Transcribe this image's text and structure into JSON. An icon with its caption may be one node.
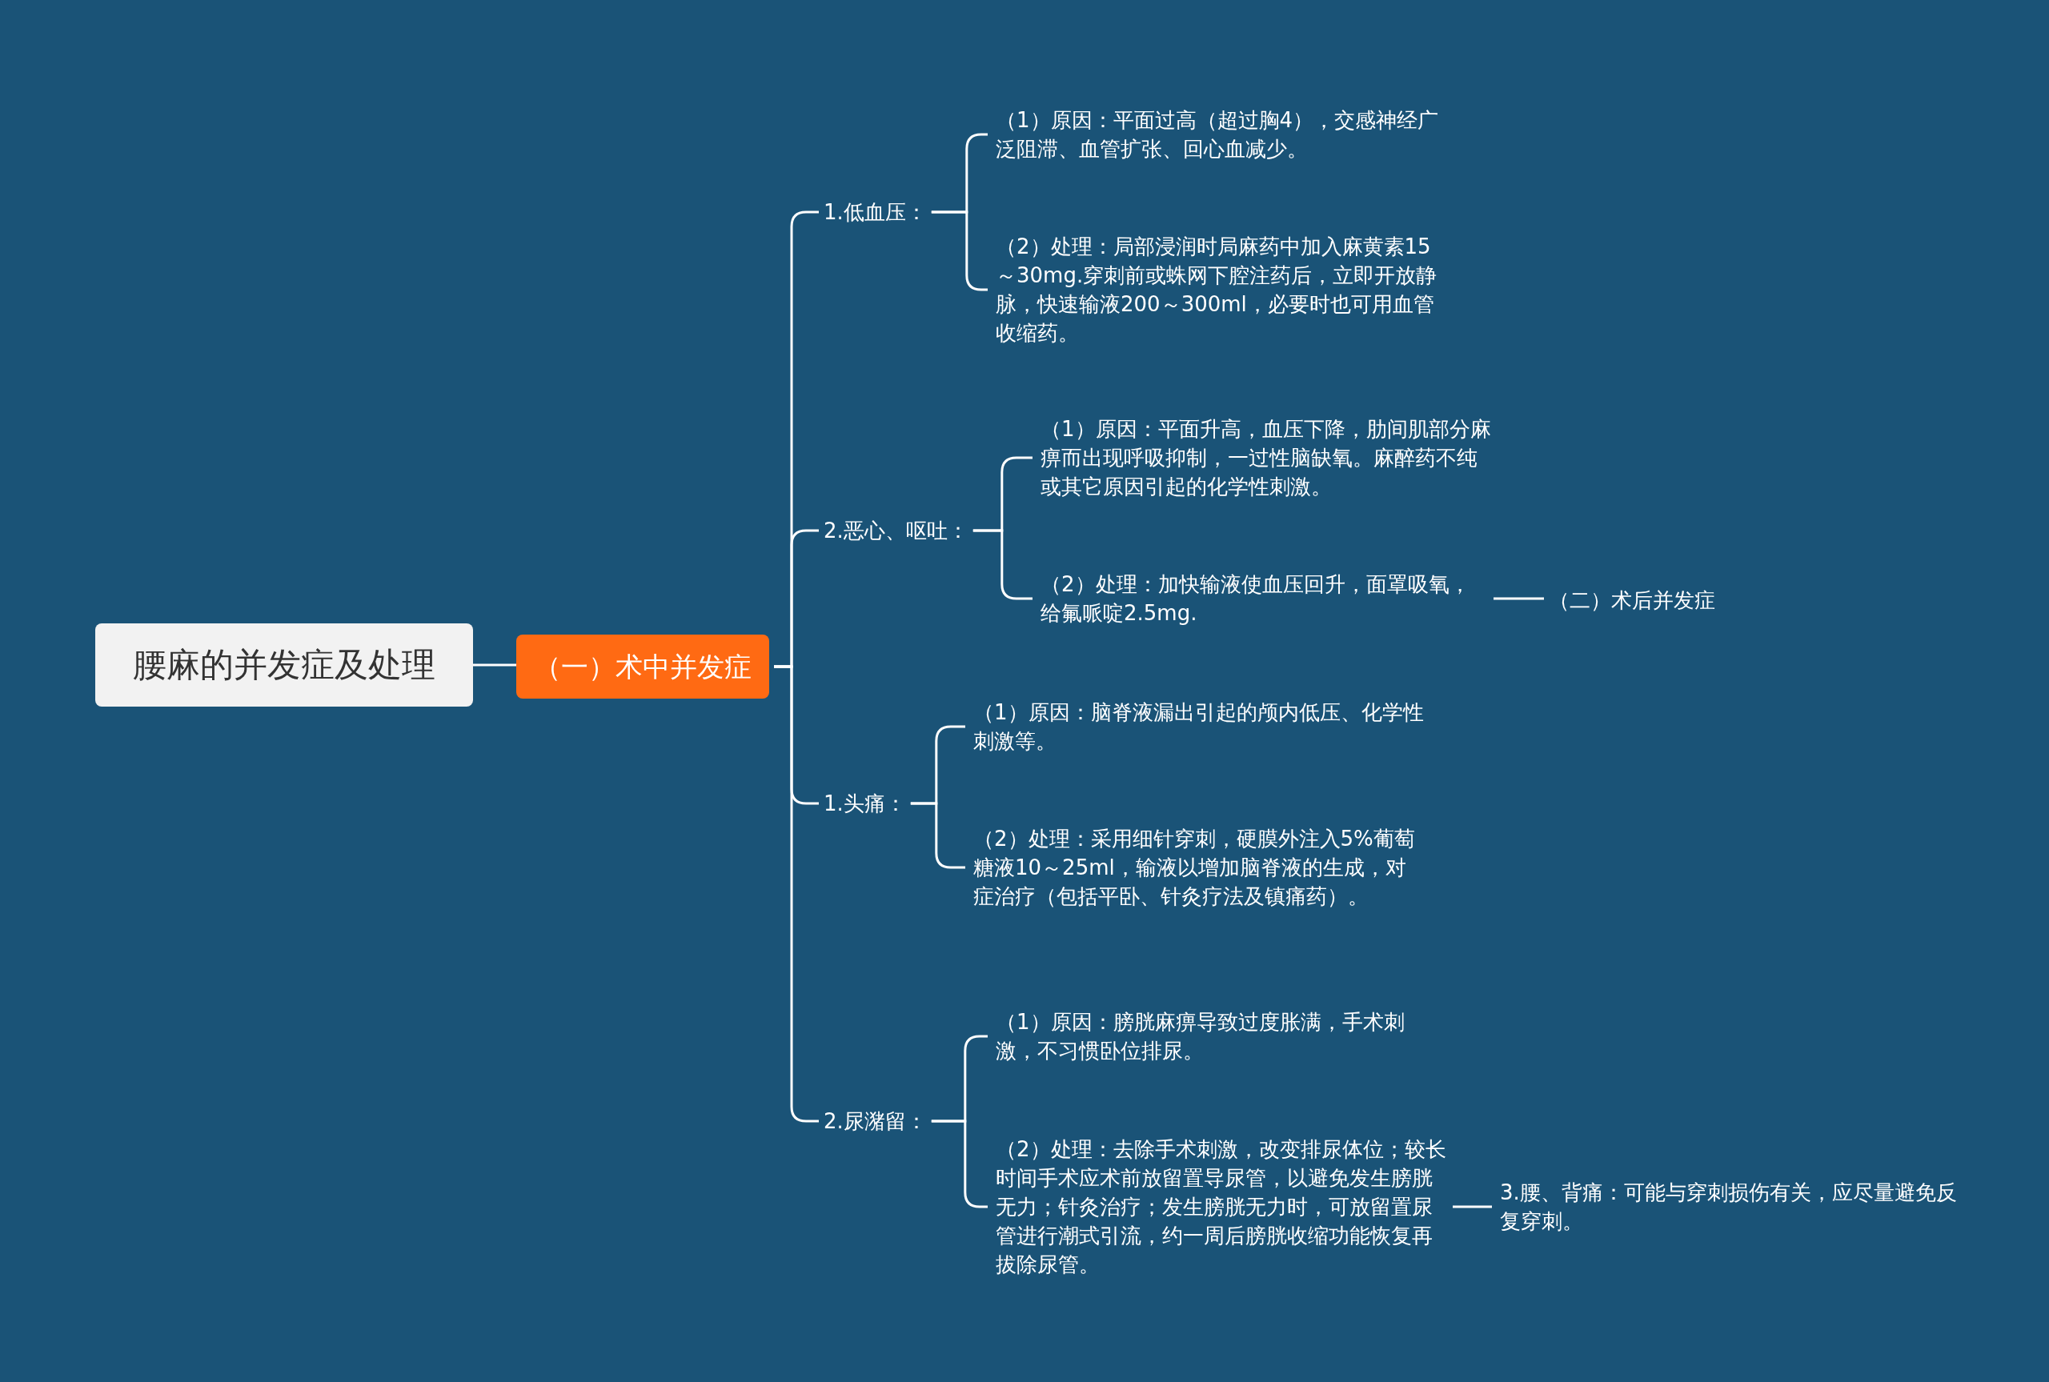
{
  "diagram": {
    "nodes": [
      {
        "text": [
          "腰麻的并发症及处理"
        ]
      },
      {
        "text": [
          "（一）术中并发症"
        ]
      },
      {
        "text": [
          "1.低血压："
        ]
      },
      {
        "text": [
          "（1）原因：平面过高（超过胸4），交感神经广泛阻滞、血管扩张、回心血减少。"
        ]
      },
      {
        "text": [
          "（2）处理：局部浸润时局麻药中加入麻黄素15～30mg.穿刺前或蛛网下腔注药后，立即开放静脉，快速输液200～300ml，必要时也可用血管收缩药。"
        ]
      },
      {
        "text": [
          "2.恶心、呕吐："
        ]
      },
      {
        "text": [
          "（1）原因：平面升高，血压下降，肋间肌部分麻痹而出现呼吸抑制，一过性脑缺氧。麻醉药不纯或其它原因引起的化学性刺激。"
        ]
      },
      {
        "text": [
          "（2）处理：加快输液使血压回升，面罩吸氧，给氟哌啶2.5mg."
        ]
      },
      {
        "text": [
          "（二）术后并发症"
        ]
      },
      {
        "text": [
          "1.头痛："
        ]
      },
      {
        "text": [
          "（1）原因：脑脊液漏出引起的颅内低压、化学性刺激等。"
        ]
      },
      {
        "text": [
          "（2）处理：采用细针穿刺，硬膜外注入5%葡萄糖液10～25ml，输液以增加脑脊液的生成，对症治疗（包括平卧、针灸疗法及镇痛药）。"
        ]
      },
      {
        "text": [
          "2.尿潴留："
        ]
      },
      {
        "text": [
          "（1）原因：膀胱麻痹导致过度胀满，手术刺激，不习惯卧位排尿。"
        ]
      },
      {
        "text": [
          "（2）处理：去除手术刺激，改变排尿体位；较长时间手术应术前放留置导尿管，以避免发生膀胱无力；针灸治疗；发生膀胱无力时，可放留置尿管进行潮式引流，约一周后膀胱收缩功能恢复再拔除尿管。"
        ]
      },
      {
        "text": [
          "3.腰、背痛：可能与穿刺损伤有关，应尽量避免反复穿刺。"
        ]
      }
    ],
    "edges": [
      {
        "from": 0,
        "to": 1,
        "arrow": "none"
      },
      {
        "from": 1,
        "to": 2,
        "arrow": "none"
      },
      {
        "from": 1,
        "to": 5,
        "arrow": "none"
      },
      {
        "from": 1,
        "to": 9,
        "arrow": "none"
      },
      {
        "from": 1,
        "to": 12,
        "arrow": "none"
      },
      {
        "from": 2,
        "to": 3,
        "arrow": "none"
      },
      {
        "from": 2,
        "to": 4,
        "arrow": "none"
      },
      {
        "from": 5,
        "to": 6,
        "arrow": "none"
      },
      {
        "from": 5,
        "to": 7,
        "arrow": "none"
      },
      {
        "from": 7,
        "to": 8,
        "arrow": "none"
      },
      {
        "from": 9,
        "to": 10,
        "arrow": "none"
      },
      {
        "from": 9,
        "to": 11,
        "arrow": "none"
      },
      {
        "from": 12,
        "to": 13,
        "arrow": "none"
      },
      {
        "from": 12,
        "to": 14,
        "arrow": "none"
      },
      {
        "from": 14,
        "to": 15,
        "arrow": "none"
      }
    ]
  }
}
